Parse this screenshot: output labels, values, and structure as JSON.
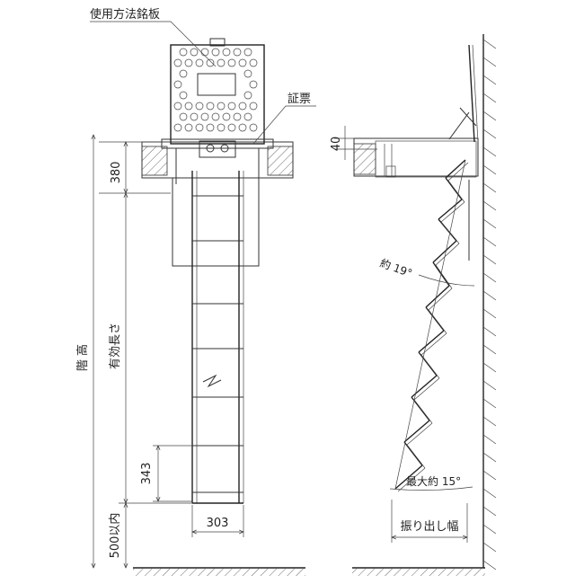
{
  "labels": {
    "nameplate": "使用方法銘板",
    "certificate": "証票",
    "floor_height": "階 高",
    "effective_length": "有効長さ",
    "angle_top": "約 19°",
    "angle_bottom": "最大約 15°",
    "swing_width": "振り出し幅"
  },
  "dimensions": {
    "d380": "380",
    "d40": "40",
    "d343": "343",
    "d303": "303",
    "d500": "500以内"
  },
  "colors": {
    "line": "#333333",
    "background": "#ffffff"
  }
}
